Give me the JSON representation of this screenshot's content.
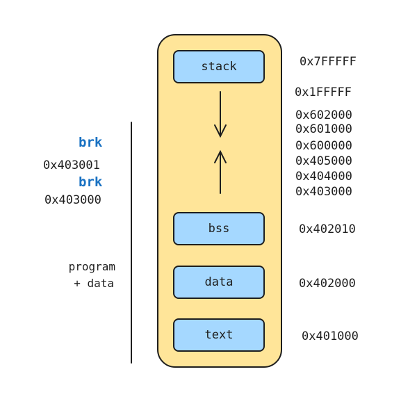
{
  "segments": {
    "stack": "stack",
    "bss": "bss",
    "data": "data",
    "text": "text"
  },
  "addresses": {
    "a_7fffff": "0x7FFFFF",
    "a_1fffff": "0x1FFFFF",
    "a_602000": "0x602000",
    "a_601000": "0x601000",
    "a_600000": "0x600000",
    "a_405000": "0x405000",
    "a_404000": "0x404000",
    "a_403000": "0x403000",
    "a_402010": "0x402010",
    "a_402000": "0x402000",
    "a_401000": "0x401000"
  },
  "left_labels": {
    "brk_top": "brk",
    "brk_top_addr": "0x403001",
    "brk_bottom": "brk",
    "brk_bottom_addr": "0x403000",
    "program_line1": "program",
    "program_line2": "+ data"
  },
  "colors": {
    "container_fill": "#ffe599",
    "segment_fill": "#a5d8ff",
    "brk_text": "#1971c2",
    "stroke": "#1e1e1e"
  },
  "icons": {
    "arrow_down": "arrow-down-icon",
    "arrow_up": "arrow-up-icon"
  }
}
